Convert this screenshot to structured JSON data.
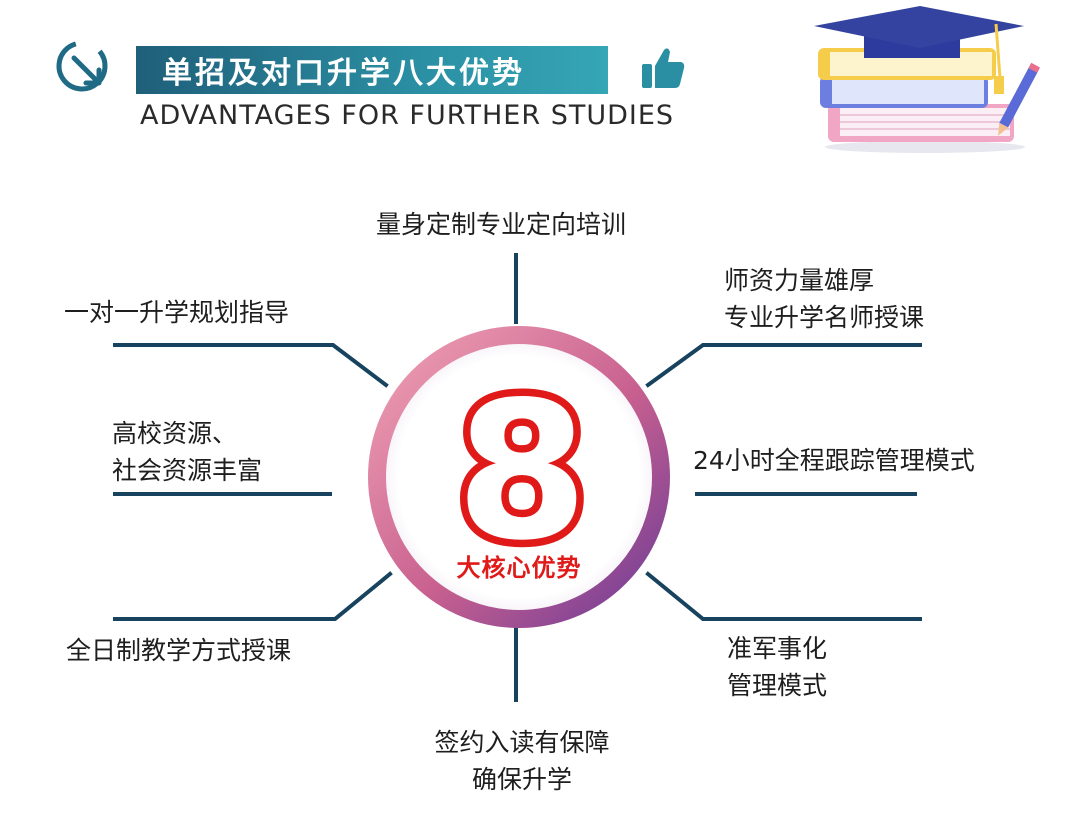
{
  "header": {
    "title": "单招及对口升学八大优势",
    "subtitle": "ADVANTAGES FOR FURTHER STUDIES"
  },
  "center": {
    "number": "8",
    "caption": "大核心优势"
  },
  "advantages": [
    {
      "lines": [
        "量身定制专业定向培训"
      ]
    },
    {
      "lines": [
        "师资力量雄厚",
        "专业升学名师授课"
      ]
    },
    {
      "lines": [
        "24小时全程跟踪管理模式"
      ]
    },
    {
      "lines": [
        "准军事化",
        "管理模式"
      ]
    },
    {
      "lines": [
        "签约入读有保障",
        "确保升学"
      ]
    },
    {
      "lines": [
        "全日制教学方式授课"
      ]
    },
    {
      "lines": [
        "高校资源、",
        "社会资源丰富"
      ]
    },
    {
      "lines": [
        "一对一升学规划指导"
      ]
    }
  ],
  "colors": {
    "title_bar": "#2b8fa3",
    "connector": "#17435e",
    "ring_start": "#f0a2b5",
    "ring_end": "#6c3b97",
    "number": "#e01919"
  },
  "icons": [
    "arrow-circle-icon",
    "thumbs-up-icon",
    "graduation-books-icon"
  ]
}
